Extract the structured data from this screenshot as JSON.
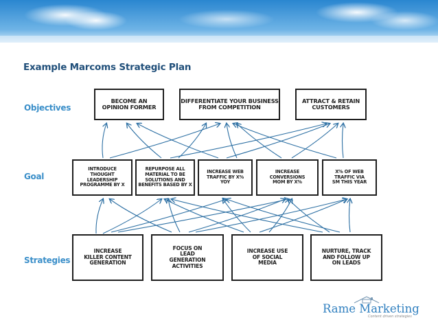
{
  "title": "Example Marcoms Strategic Plan",
  "row_labels": {
    "objectives": "Objectives",
    "goal": "Goal",
    "strategies": "Strategies"
  },
  "objectives": [
    "BECOME AN\nOPINION FORMER",
    "DIFFERENTIATE YOUR BUSINESS\nFROM COMPETITION",
    "ATTRACT & RETAIN\nCUSTOMERS"
  ],
  "goals": [
    "INTRODUCE\nTHOUGHT\nLEADERSHIP\nPROGRAMME BY X",
    "REPURPOSE ALL\nMATERIAL TO BE\nSOLUTIONS AND\nBENEFITS BASED BY X",
    "INCREASE WEB\nTRAFFIC BY X%\nYOY",
    "INCREASE\nCONVERSIONS\nMOM BY X%",
    "X% OF WEB\nTRAFFIC VIA\nSM THIS YEAR"
  ],
  "strategies": [
    "INCREASE\nKILLER CONTENT\nGENERATION",
    "FOCUS ON\nLEAD\nGENERATION\nACTIVITIES",
    "INCREASE USE\nOF SOCIAL\nMEDIA",
    "NURTURE, TRACK\nAND FOLLOW UP\nON LEADS"
  ],
  "logo": {
    "name": "Rame Marketing",
    "tagline": "Content driven strategies"
  },
  "colors": {
    "title": "#1f4e79",
    "row_label": "#3b8fc9",
    "arrow": "#2c6fa3",
    "banner_top": "#2f8fd6",
    "banner_bottom": "#cfe6f7"
  }
}
